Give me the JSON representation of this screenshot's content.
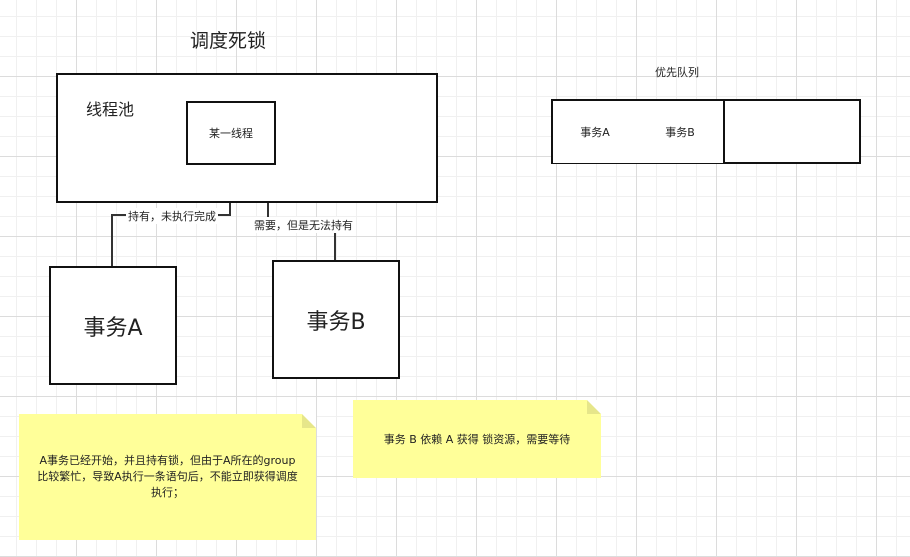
{
  "diagram": {
    "title": "调度死锁",
    "thread_pool": {
      "label": "线程池",
      "thread": "某一线程"
    },
    "transaction_a": "事务A",
    "transaction_b": "事务B",
    "edge_a": "持有，未执行完成",
    "edge_b": "需要，但是无法持有",
    "priority_queue": {
      "label": "优先队列",
      "items": [
        "事务A",
        "事务B",
        ""
      ]
    },
    "notes": {
      "note_a": "A事务已经开始，并且持有锁，但由于A所在的group比较繁忙，导致A执行一条语句后，不能立即获得调度执行；",
      "note_b": "事务 B 依赖 A  获得 锁资源，需要等待"
    },
    "colors": {
      "note_fill": "#ffff99",
      "note_fold": "#e6e68a",
      "stroke": "#111111"
    }
  }
}
